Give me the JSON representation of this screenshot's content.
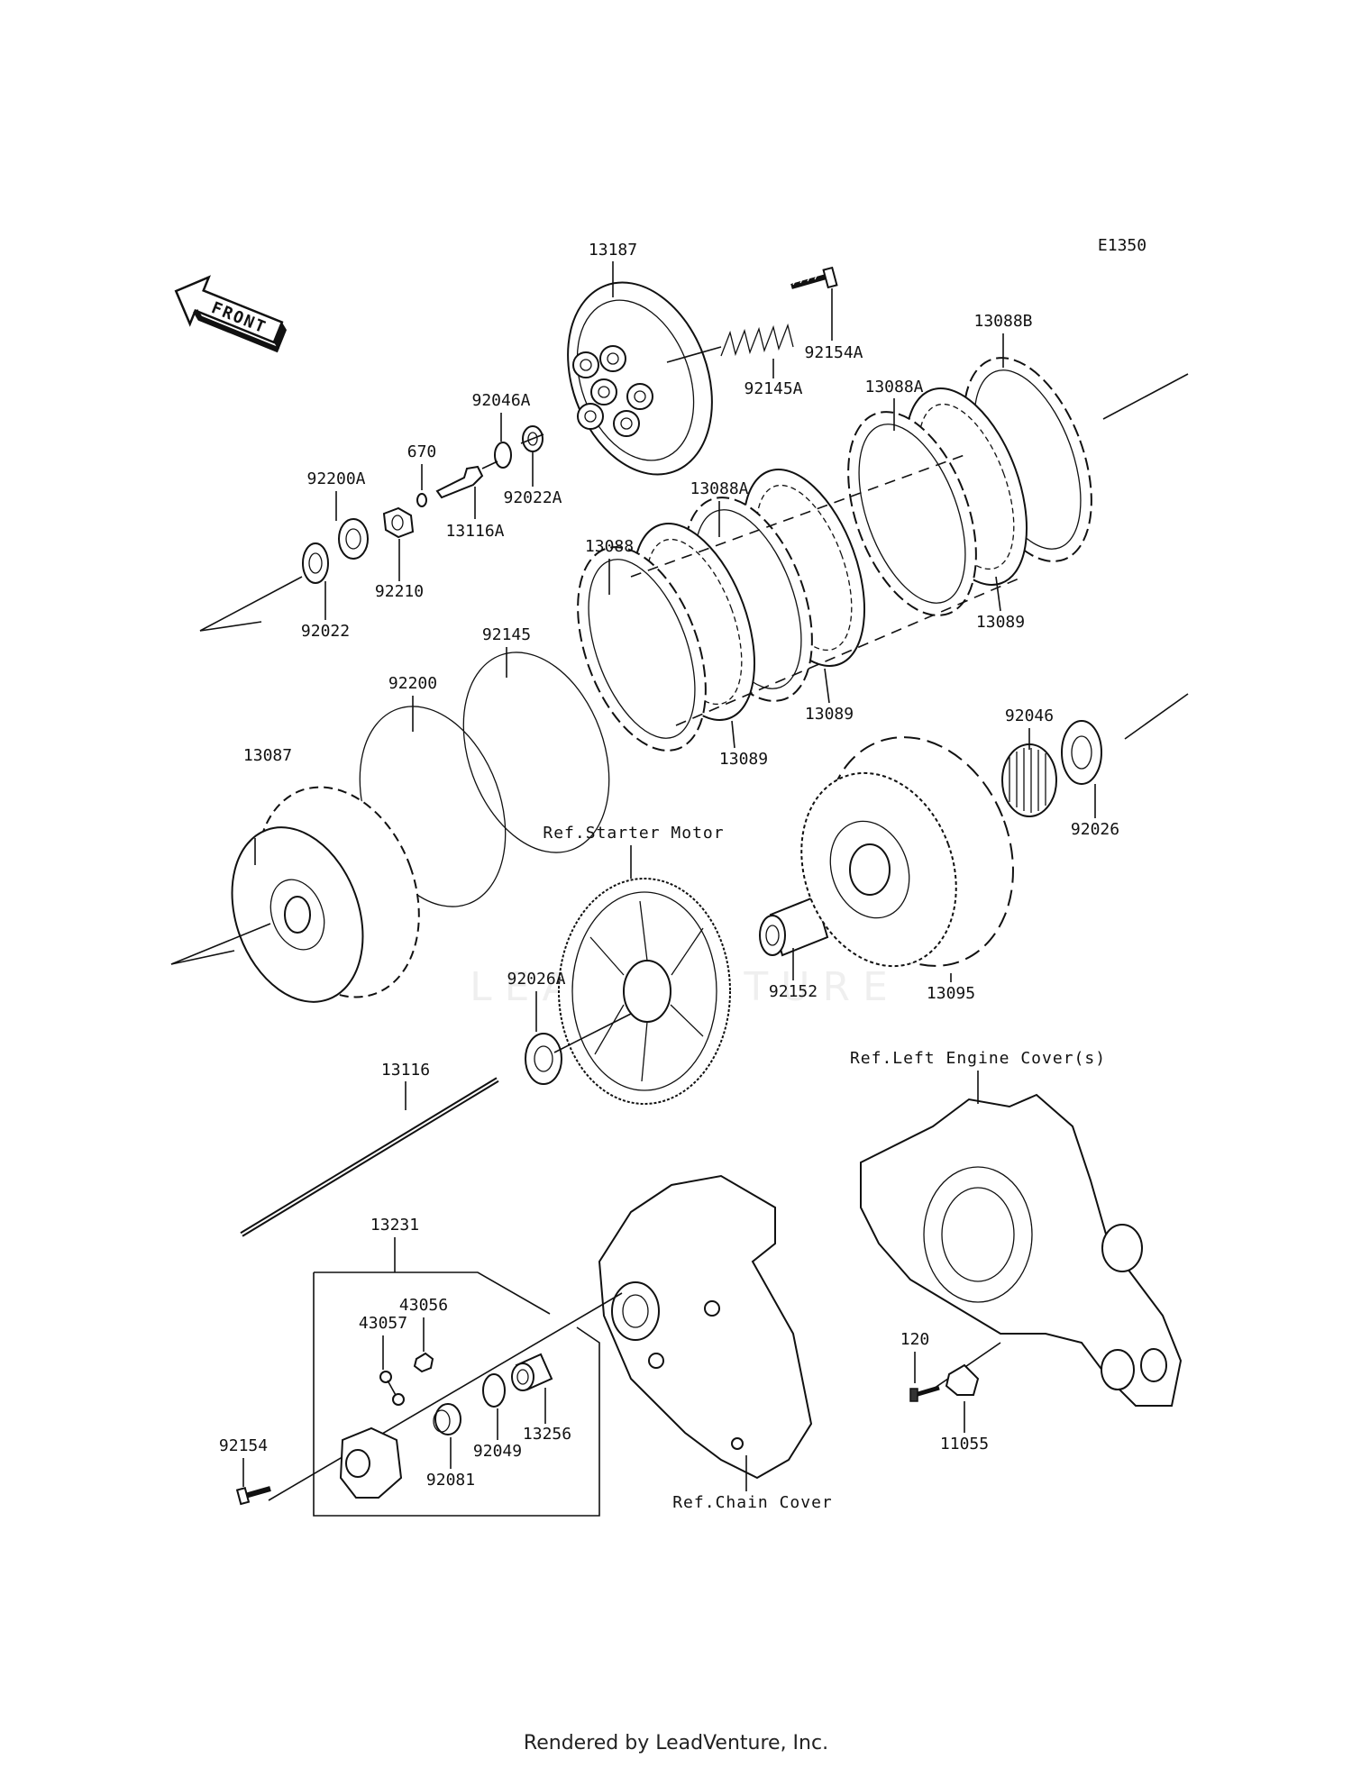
{
  "diagram_code": "E1350",
  "front_label": "FRONT",
  "watermark": "LEADVENTURE",
  "references": {
    "starter_motor": "Ref.Starter Motor",
    "left_engine_cover": "Ref.Left Engine Cover(s)",
    "chain_cover": "Ref.Chain Cover"
  },
  "parts": {
    "p13187": "13187",
    "p92154A": "92154A",
    "p92145A": "92145A",
    "p13088B": "13088B",
    "p13088A_top": "13088A",
    "p92046A": "92046A",
    "p670": "670",
    "p92200A": "92200A",
    "p92022A": "92022A",
    "p13116A": "13116A",
    "p92210": "92210",
    "p92022": "92022",
    "p13088A_mid": "13088A",
    "p13088": "13088",
    "p13089_right": "13089",
    "p13089_mid": "13089",
    "p13089_left": "13089",
    "p92145": "92145",
    "p92200": "92200",
    "p13087": "13087",
    "p92046": "92046",
    "p92026": "92026",
    "p92152": "92152",
    "p13095": "13095",
    "p92026A": "92026A",
    "p13116": "13116",
    "p13231": "13231",
    "p43056": "43056",
    "p43057": "43057",
    "p120": "120",
    "p11055": "11055",
    "p13256": "13256",
    "p92049": "92049",
    "p92081": "92081",
    "p92154": "92154"
  },
  "footer": "Rendered by LeadVenture, Inc."
}
